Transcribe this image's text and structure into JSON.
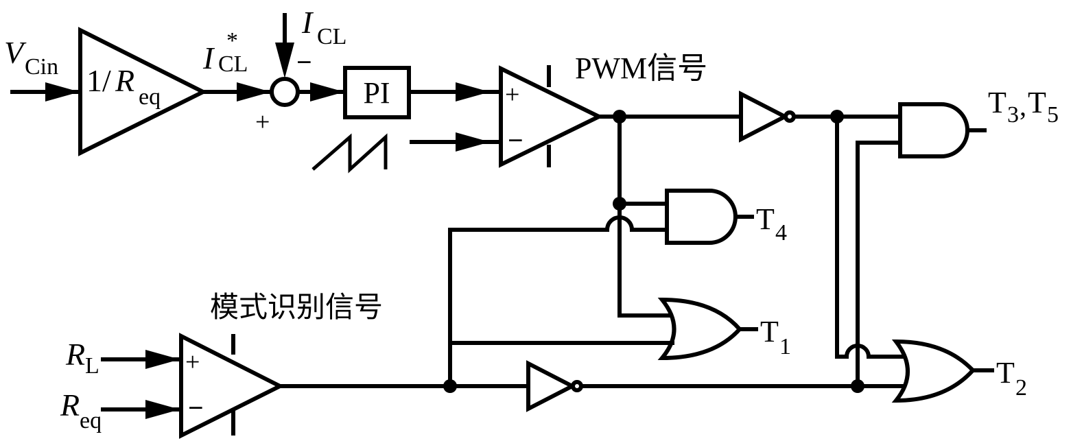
{
  "diagram": {
    "type": "control-logic-circuit",
    "blocks": {
      "gain_block": {
        "label_prefix": "1/",
        "label_var": "R",
        "label_sub": "eq"
      },
      "pi_block": {
        "label": "PI"
      },
      "summing_junction": {
        "plus_sign": "+",
        "minus_sign": "−"
      },
      "pwm_comparator": {
        "plus_sign": "+",
        "minus_sign": "−"
      },
      "mode_comparator": {
        "plus_sign": "+",
        "minus_sign": "−"
      }
    },
    "signals": {
      "v_cin": {
        "var": "V",
        "sub": "Cin"
      },
      "i_cl_ref": {
        "var": "I",
        "sub": "CL",
        "sup": "*"
      },
      "i_cl": {
        "var": "I",
        "sub": "CL"
      },
      "r_l": {
        "var": "R",
        "sub": "L"
      },
      "r_eq": {
        "var": "R",
        "sub": "eq"
      },
      "pwm_label": "PWM信号",
      "mode_label": "模式识别信号"
    },
    "outputs": {
      "t35": {
        "a": "T",
        "a_sub": "3",
        "sep": ",",
        "b": "T",
        "b_sub": "5"
      },
      "t4": {
        "a": "T",
        "a_sub": "4"
      },
      "t1": {
        "a": "T",
        "a_sub": "1"
      },
      "t2": {
        "a": "T",
        "a_sub": "2"
      }
    },
    "gates": [
      {
        "id": "inv-pwm",
        "kind": "NOT",
        "input": "PWM"
      },
      {
        "id": "inv-mode",
        "kind": "NOT",
        "input": "mode"
      },
      {
        "id": "and-t35",
        "kind": "AND",
        "inputs": [
          "NOT PWM",
          "NOT mode"
        ],
        "output": "T3,T5"
      },
      {
        "id": "and-t4",
        "kind": "AND",
        "inputs": [
          "PWM",
          "mode"
        ],
        "output": "T4"
      },
      {
        "id": "or-t1",
        "kind": "OR",
        "inputs": [
          "PWM",
          "mode"
        ],
        "output": "T1"
      },
      {
        "id": "or-t2",
        "kind": "OR",
        "inputs": [
          "NOT PWM",
          "NOT mode"
        ],
        "output": "T2"
      }
    ]
  }
}
